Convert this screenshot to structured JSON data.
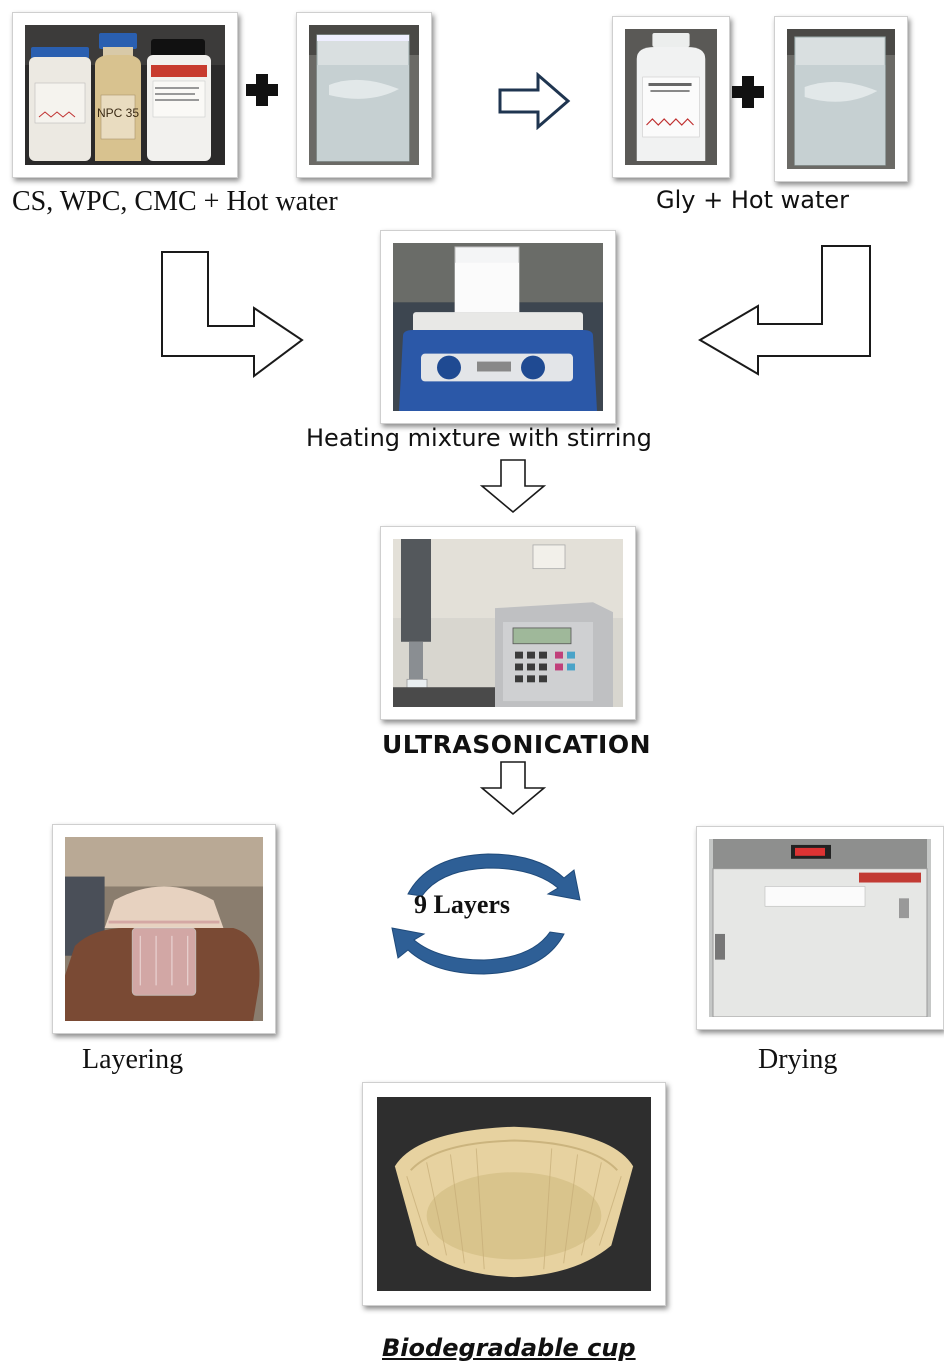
{
  "labels": {
    "ingredients": "CS, WPC, CMC + Hot water",
    "glycerol": "Gly + Hot water",
    "heating": "Heating mixture with stirring",
    "ultrasonication": "ULTRASONICATION",
    "cycle": "9 Layers",
    "layering": "Layering",
    "drying": "Drying",
    "product": "Biodegradable cup"
  },
  "photo_text": {
    "npc_jar": "NPC 35"
  },
  "icons": [
    "plus-icon",
    "right-arrow-icon",
    "down-arrow-icon",
    "l-arrow-icon",
    "cycle-arrows-icon"
  ],
  "colors": {
    "cycle_arrow": "#2e5f96",
    "arrow_outline": "#1a1a1a",
    "accent_arrow_outline": "#1f3550"
  }
}
